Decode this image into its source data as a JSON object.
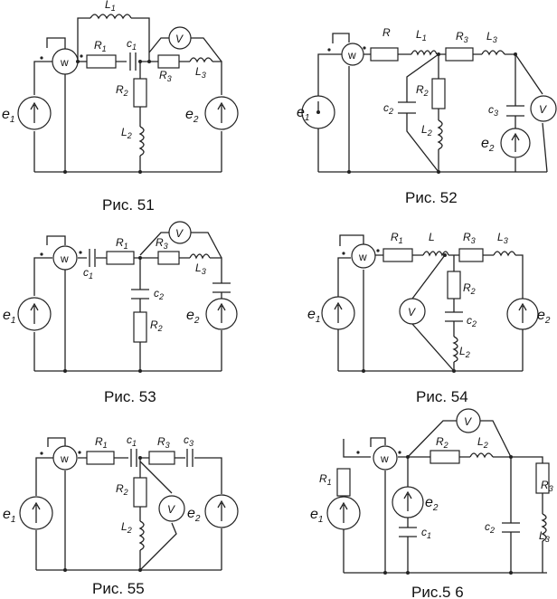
{
  "figures": [
    {
      "caption": "Рис. 51"
    },
    {
      "caption": "Рис. 52"
    },
    {
      "caption": "Рис. 53"
    },
    {
      "caption": "Рис. 54"
    },
    {
      "caption": "Рис. 55"
    },
    {
      "caption": "Рис.5 6"
    }
  ],
  "symbols": {
    "e1": "e",
    "e1_sub": "1",
    "e2": "e",
    "e2_sub": "2",
    "R1": "R",
    "R1_sub": "1",
    "R2": "R",
    "R2_sub": "2",
    "R3": "R",
    "R3_sub": "3",
    "L1": "L",
    "L1_sub": "1",
    "L2": "L",
    "L2_sub": "2",
    "L3": "L",
    "L3_sub": "3",
    "C1": "c",
    "C1_sub": "1",
    "C2": "c",
    "C2_sub": "2",
    "C3": "c",
    "C3_sub": "3",
    "W": "w",
    "V": "V"
  }
}
